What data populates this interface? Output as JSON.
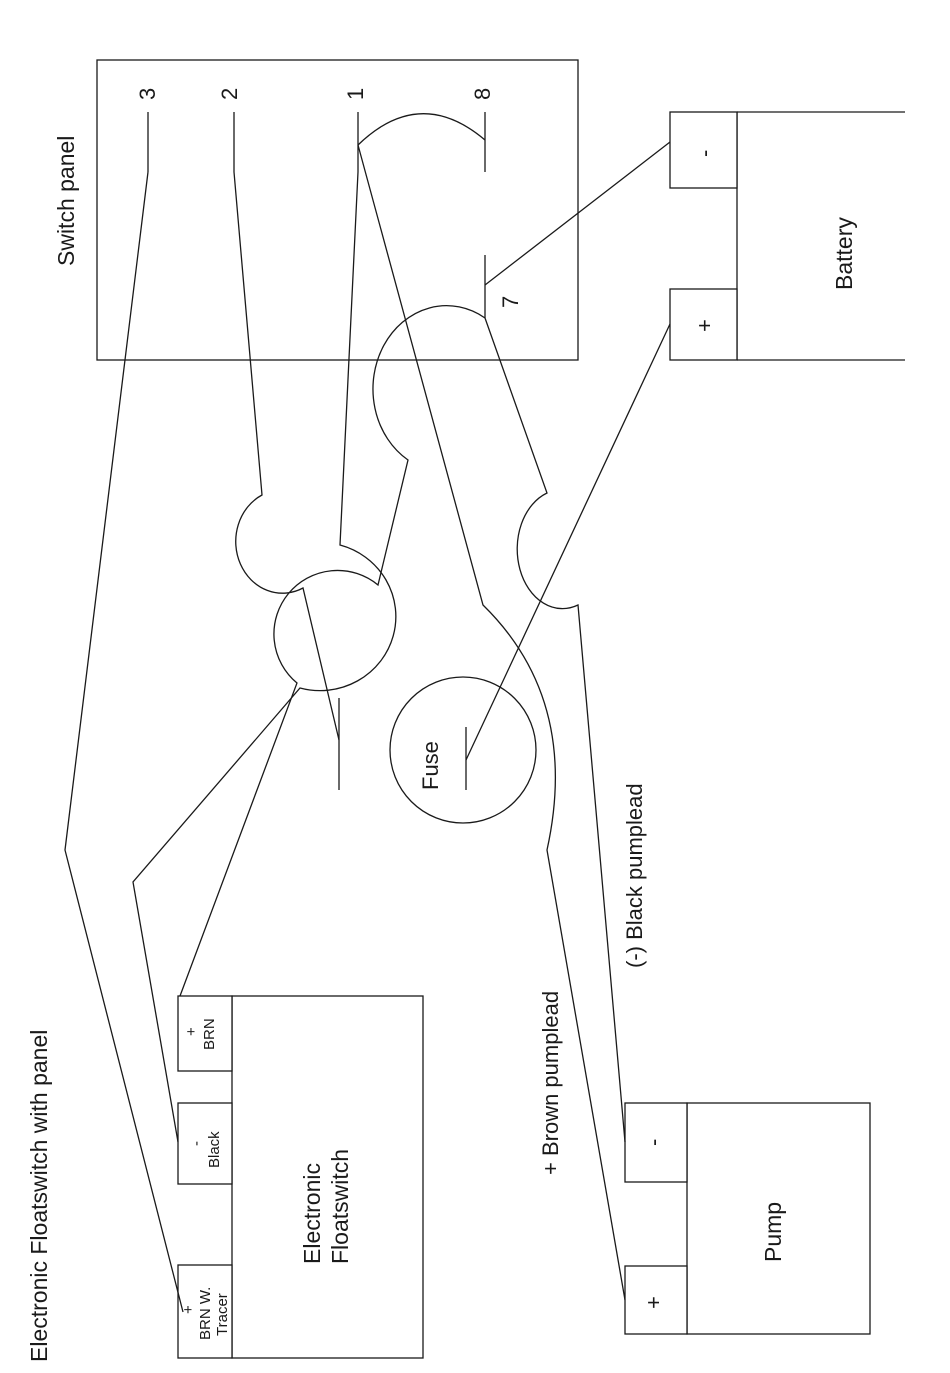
{
  "diagram": {
    "title": "Electronic Floatswitch with panel",
    "switch_panel": {
      "label": "Switch panel",
      "terminals": [
        "3",
        "2",
        "1",
        "8",
        "7"
      ]
    },
    "battery": {
      "label": "Battery",
      "neg": "-",
      "pos": "+"
    },
    "fuse": {
      "label": "Fuse"
    },
    "floatswitch": {
      "label_line1": "Electronic",
      "label_line2": "Floatswitch",
      "terminal_pos_sign": "+",
      "terminal_pos_label": "BRN",
      "terminal_neg_sign": "-",
      "terminal_neg_label": "Black",
      "terminal_tracer_sign": "+",
      "terminal_tracer_label1": "BRN W.",
      "terminal_tracer_label2": "Tracer"
    },
    "pump": {
      "label": "Pump",
      "neg": "-",
      "pos": "+"
    },
    "wire_labels": {
      "black_pumplead": "(-) Black pumplead",
      "brown_pumplead": "+ Brown pumplead"
    },
    "colors": {
      "line": "#1a1a1a",
      "background": "#ffffff"
    }
  }
}
